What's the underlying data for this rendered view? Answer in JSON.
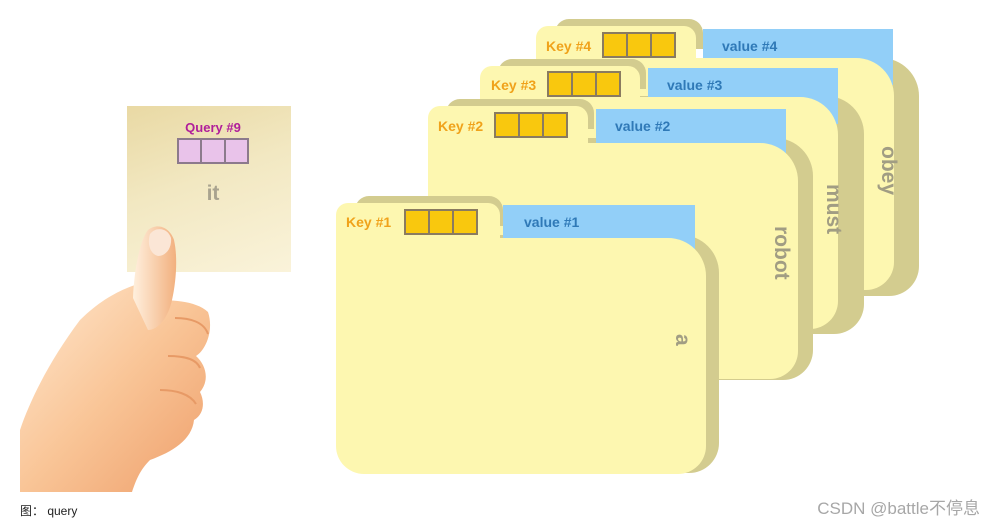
{
  "query": {
    "label": "Query #9",
    "word": "it",
    "colors": {
      "label": "#b01e9a",
      "box": "#e9c3ea"
    }
  },
  "folders": [
    {
      "key": "Key #4",
      "value": "value #4",
      "word": "obey"
    },
    {
      "key": "Key #3",
      "value": "value #3",
      "word": "must"
    },
    {
      "key": "Key #2",
      "value": "value #2",
      "word": "robot"
    },
    {
      "key": "Key #1",
      "value": "value #1",
      "word": "a"
    }
  ],
  "caption": "图： query",
  "watermark": "CSDN @battle不停息",
  "colors": {
    "folder": "#fdf7b0",
    "folder_shadow": "#d3cc8f",
    "key_label": "#f0a21a",
    "key_box": "#f9c80e",
    "value_card": "#92cff8",
    "value_text": "#2f79b7"
  },
  "icons": [
    "hand-illustration"
  ]
}
